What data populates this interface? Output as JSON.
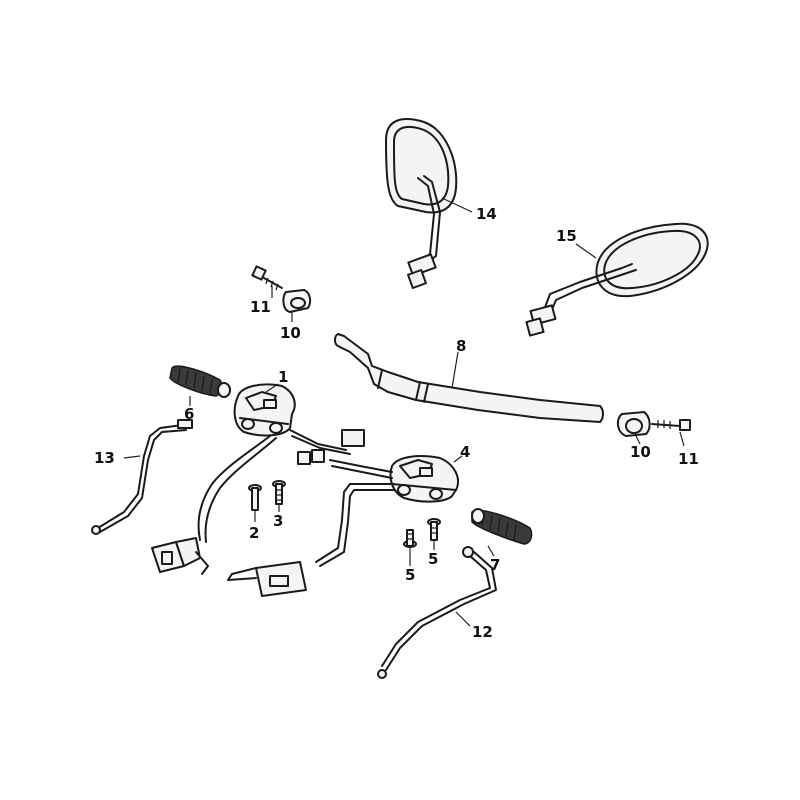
{
  "callouts": {
    "c1": "1",
    "c2": "2",
    "c3": "3",
    "c4": "4",
    "c5a": "5",
    "c5b": "5",
    "c6": "6",
    "c7": "7",
    "c8": "8",
    "c10a": "10",
    "c10b": "10",
    "c11a": "11",
    "c11b": "11",
    "c12": "12",
    "c13": "13",
    "c14": "14",
    "c15": "15"
  }
}
